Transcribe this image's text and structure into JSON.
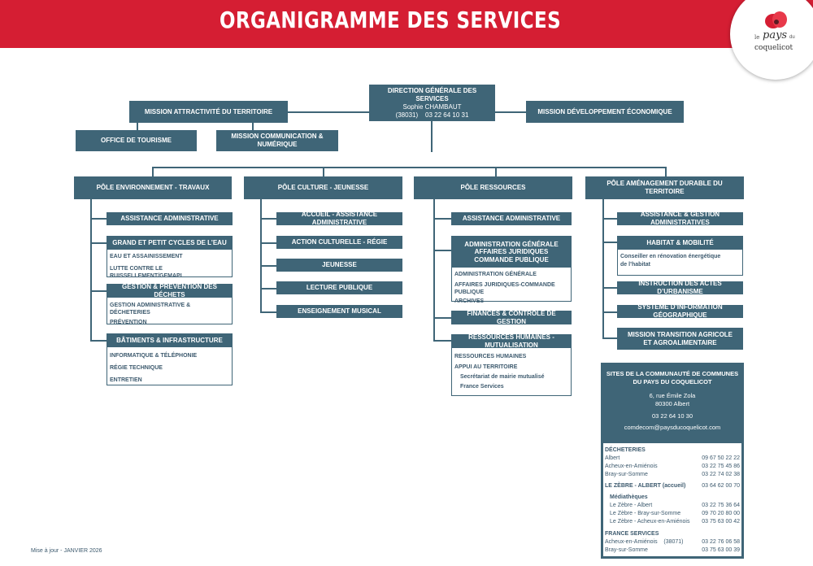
{
  "title": "ORGANIGRAMME DES SERVICES",
  "logo": {
    "le": "le",
    "pays": "pays",
    "du": "du",
    "coquelicot": "coquelicot"
  },
  "dgs": {
    "title": "DIRECTION GÉNÉRALE DES SERVICES",
    "name": "Sophie CHAMBAUT",
    "phone": "(38031)    03 22 64 10 31"
  },
  "missions": {
    "attractivite": "MISSION ATTRACTIVITÉ DU TERRITOIRE",
    "tourisme": "OFFICE DE TOURISME",
    "communication": "MISSION COMMUNICATION & NUMÉRIQUE",
    "developpement": "MISSION DÉVELOPPEMENT ÉCONOMIQUE"
  },
  "poles": {
    "env": {
      "title": "PÔLE ENVIRONNEMENT - TRAVAUX",
      "assistance": "ASSISTANCE ADMINISTRATIVE",
      "eau": {
        "head": "GRAND ET PETIT CYCLES  DE L’EAU",
        "items": [
          "EAU ET ASSAINISSEMENT",
          "LUTTE CONTRE LE RUISSELLEMENT/GEMAPI"
        ]
      },
      "dechets": {
        "head": "GESTION & PRÉVENTION DES DÉCHETS",
        "items": [
          "GESTION ADMINISTRATIVE  & DÉCHETERIES",
          "PRÉVENTION"
        ]
      },
      "batiments": {
        "head": "BÂTIMENTS & INFRASTRUCTURE",
        "items": [
          "INFORMATIQUE & TÉLÉPHONIE",
          "RÉGIE TECHNIQUE",
          "ENTRETIEN"
        ]
      }
    },
    "culture": {
      "title": "PÔLE CULTURE - JEUNESSE",
      "items": [
        "ACCUEIL - ASSISTANCE ADMINISTRATIVE",
        "ACTION CULTURELLE - RÉGIE",
        "JEUNESSE",
        "LECTURE PUBLIQUE",
        "ENSEIGNEMENT MUSICAL"
      ]
    },
    "ressources": {
      "title": "PÔLE RESSOURCES",
      "assistance": "ASSISTANCE ADMINISTRATIVE",
      "admin": {
        "head": [
          "ADMINISTRATION GÉNÉRALE",
          "AFFAIRES JURIDIQUES",
          "COMMANDE PUBLIQUE"
        ],
        "items": [
          "ADMINISTRATION GÉNÉRALE",
          "AFFAIRES JURIDIQUES-COMMANDE PUBLIQUE",
          "ARCHIVES"
        ]
      },
      "finances": "FINANCES & CONTRÔLE DE GESTION",
      "rh": {
        "head": "RESSOURCES HUMAINES - MUTUALISATION",
        "items": [
          "RESSOURCES HUMAINES",
          "APPUI AU TERRITOIRE"
        ],
        "subitems": [
          "Secrétariat de mairie mutualisé",
          "France Services"
        ]
      }
    },
    "amenagement": {
      "title": "PÔLE AMÉNAGEMENT DURABLE DU TERRITOIRE",
      "assistance": "ASSISTANCE & GESTION ADMINISTRATIVES",
      "habitat": {
        "head": "HABITAT & MOBILITÉ",
        "items": [
          "Conseiller en rénovation énergétique",
          "de l’habitat"
        ]
      },
      "urbanisme": "INSTRUCTION DES ACTES D’URBANISME",
      "sig": "SYSTÈME D’INFORMATION GÉOGRAPHIQUE",
      "agricole": [
        "MISSION TRANSITION AGRICOLE",
        "ET AGROALIMENTAIRE"
      ]
    }
  },
  "sites": {
    "title": [
      "SITES DE LA COMMUNAUTÉ DE COMMUNES",
      "DU PAYS DU COQUELICOT"
    ],
    "address": [
      "6, rue Émile Zola",
      "80300 Albert"
    ],
    "phone": "03 22 64 10 30",
    "email": "comdecom@paysducoquelicot.com",
    "decheteries_label": "DÉCHETERIES",
    "decheteries": [
      {
        "name": "Albert",
        "phone": "09 67 50 22 22"
      },
      {
        "name": "Acheux-en-Amiénois",
        "phone": "03 22 75 45 86"
      },
      {
        "name": "Bray-sur-Somme",
        "phone": "03 22 74 02 38"
      }
    ],
    "zebre": {
      "name": "LE ZÈBRE - ALBERT  (accueil)",
      "phone": "03 64 62 00 70"
    },
    "mediatheques_label": "Médiathèques",
    "mediatheques": [
      {
        "name": "Le Zèbre - Albert",
        "phone": "03 22 75 36 64"
      },
      {
        "name": "Le Zèbre - Bray-sur-Somme",
        "phone": "09 70 20 80 00"
      },
      {
        "name": "Le Zèbre - Acheux-en-Amiénois",
        "phone": "03 75 63 00 42"
      }
    ],
    "france_services_label": "FRANCE SERVICES",
    "france_services": [
      {
        "name": "Acheux-en-Amiénois    (38071)",
        "phone": "03 22 76 06 58"
      },
      {
        "name": "Bray-sur-Somme",
        "phone": "03 75 63 00 39"
      }
    ]
  },
  "footer": "Mise à jour - JANVIER 2026",
  "colors": {
    "banner": "#d51e33",
    "box": "#3f6577"
  }
}
